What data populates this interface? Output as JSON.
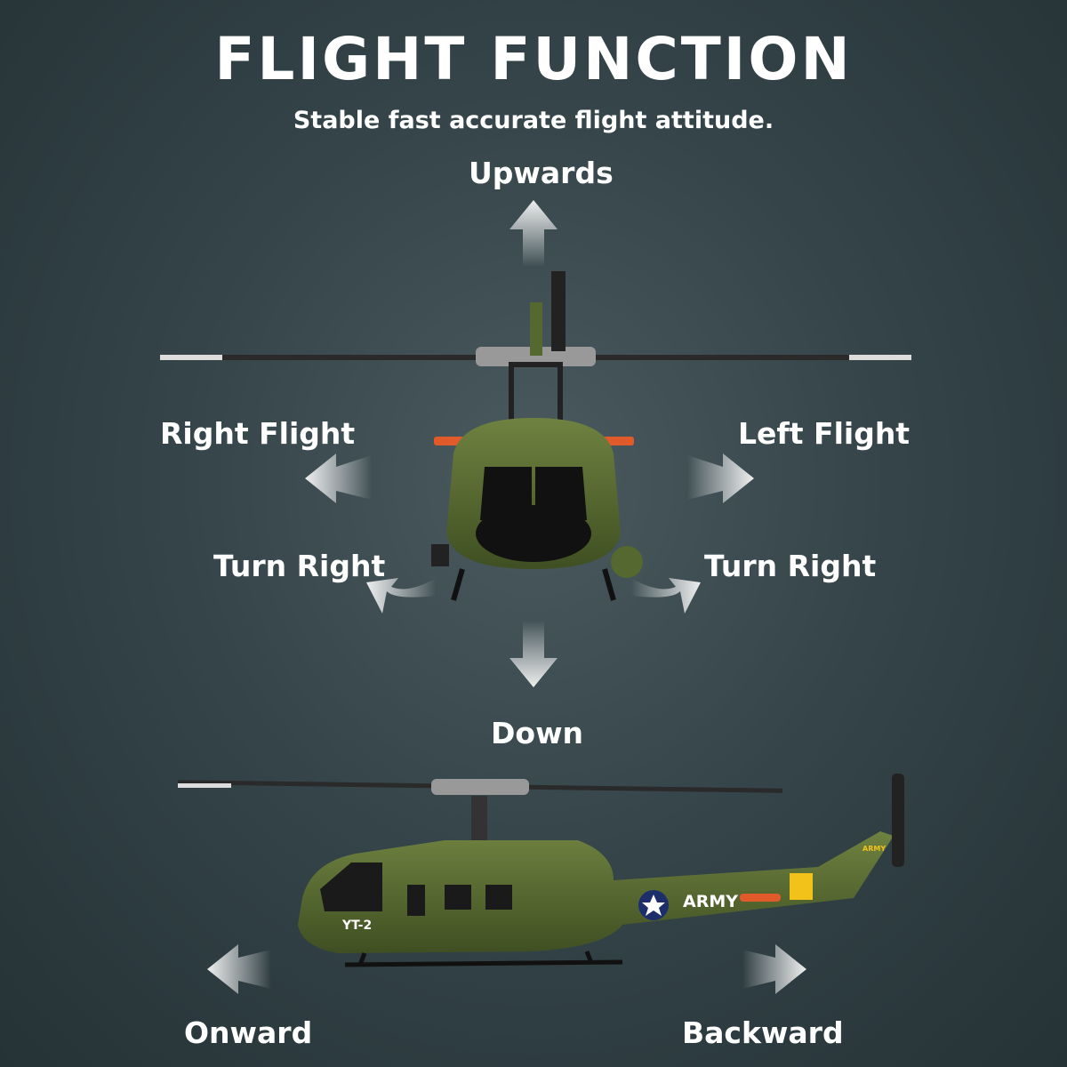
{
  "header": {
    "title": "FLIGHT FUNCTION",
    "subtitle": "Stable fast accurate flight attitude."
  },
  "labels": {
    "upwards": "Upwards",
    "right_flight": "Right Flight",
    "left_flight": "Left Flight",
    "turn_right_left_side": "Turn Right",
    "turn_right_right_side": "Turn Right",
    "down": "Down",
    "onward": "Onward",
    "backward": "Backward"
  },
  "helicopter_markings": {
    "side_text": "ARMY",
    "nose_code": "YT-2",
    "tail_text": "ARMY"
  },
  "colors": {
    "background": "#35454a",
    "helicopter_body": "#55682f",
    "text": "#ffffff",
    "arrow": "#e6e6e6",
    "stripe": "#f2c21b",
    "stripe_red": "#e05a2a"
  }
}
